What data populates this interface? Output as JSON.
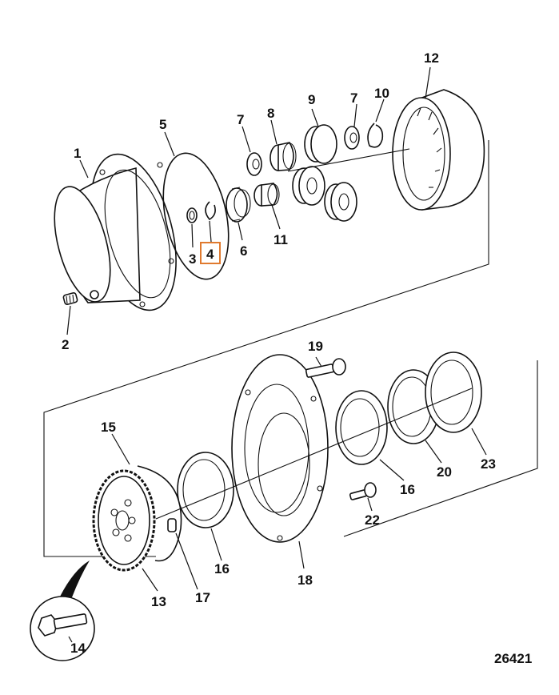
{
  "diagram": {
    "reference_number": "26421",
    "highlight_color": "#e07a2f",
    "highlighted_part": "4",
    "callouts": [
      "1",
      "2",
      "3",
      "4",
      "5",
      "6",
      "7",
      "7",
      "8",
      "9",
      "10",
      "11",
      "12",
      "13",
      "14",
      "15",
      "16",
      "16",
      "17",
      "18",
      "19",
      "20",
      "22",
      "23"
    ]
  }
}
